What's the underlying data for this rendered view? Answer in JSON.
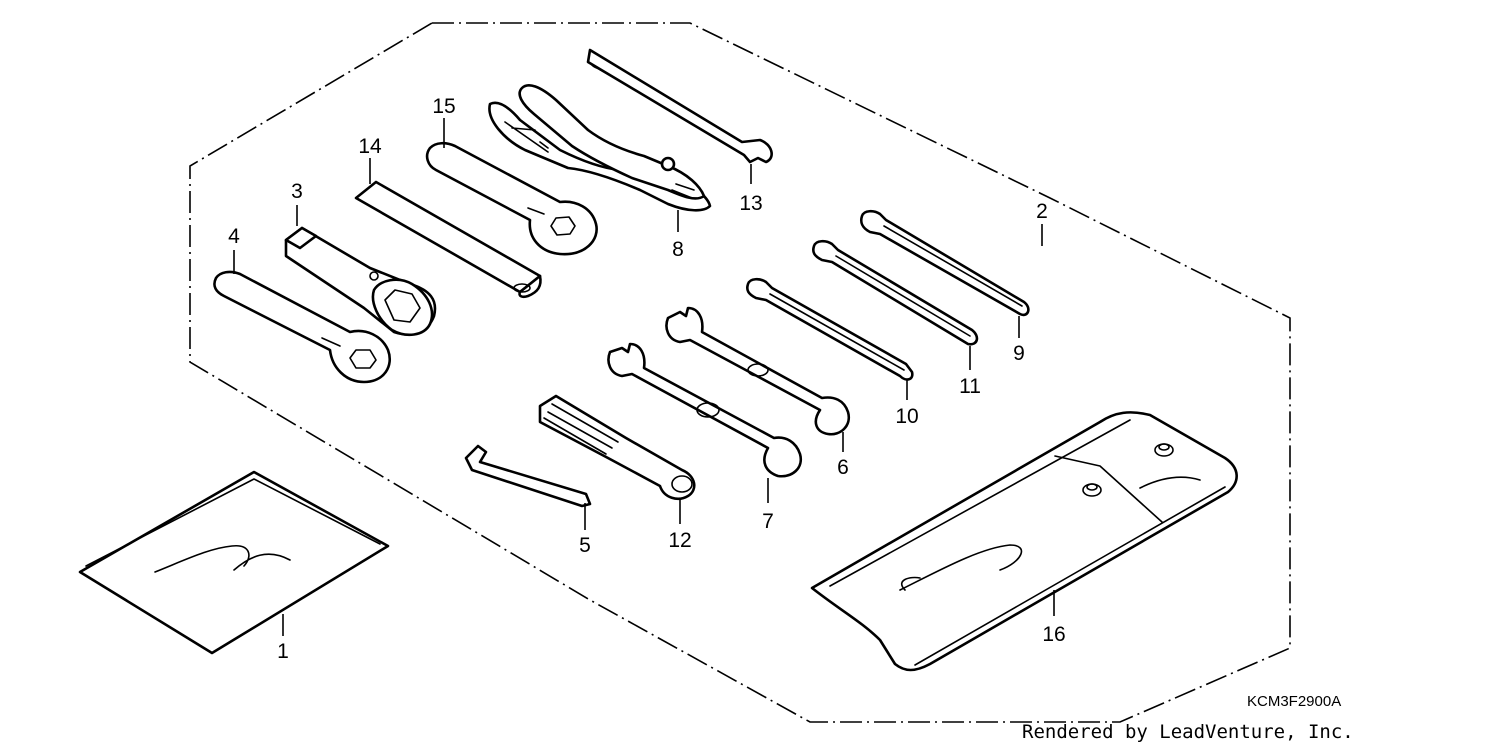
{
  "diagram": {
    "parts": [
      {
        "ref": "1",
        "label": "1",
        "name": "owner's manual"
      },
      {
        "ref": "2",
        "label": "2",
        "name": "tool kit"
      },
      {
        "ref": "3",
        "label": "3",
        "name": "spark plug socket"
      },
      {
        "ref": "4",
        "label": "4",
        "name": "box wrench"
      },
      {
        "ref": "5",
        "label": "5",
        "name": "hex wrench"
      },
      {
        "ref": "6",
        "label": "6",
        "name": "open end wrench"
      },
      {
        "ref": "7",
        "label": "7",
        "name": "open end wrench"
      },
      {
        "ref": "8",
        "label": "8",
        "name": "pliers"
      },
      {
        "ref": "9",
        "label": "9",
        "name": "screwdriver"
      },
      {
        "ref": "10",
        "label": "10",
        "name": "screwdriver"
      },
      {
        "ref": "11",
        "label": "11",
        "name": "screwdriver"
      },
      {
        "ref": "12",
        "label": "12",
        "name": "screwdriver grip"
      },
      {
        "ref": "13",
        "label": "13",
        "name": "pin spanner"
      },
      {
        "ref": "14",
        "label": "14",
        "name": "extension bar"
      },
      {
        "ref": "15",
        "label": "15",
        "name": "box wrench"
      },
      {
        "ref": "16",
        "label": "16",
        "name": "tool bag"
      }
    ],
    "diagram_code": "KCM3F2900A",
    "credit": "Rendered by LeadVenture, Inc."
  }
}
